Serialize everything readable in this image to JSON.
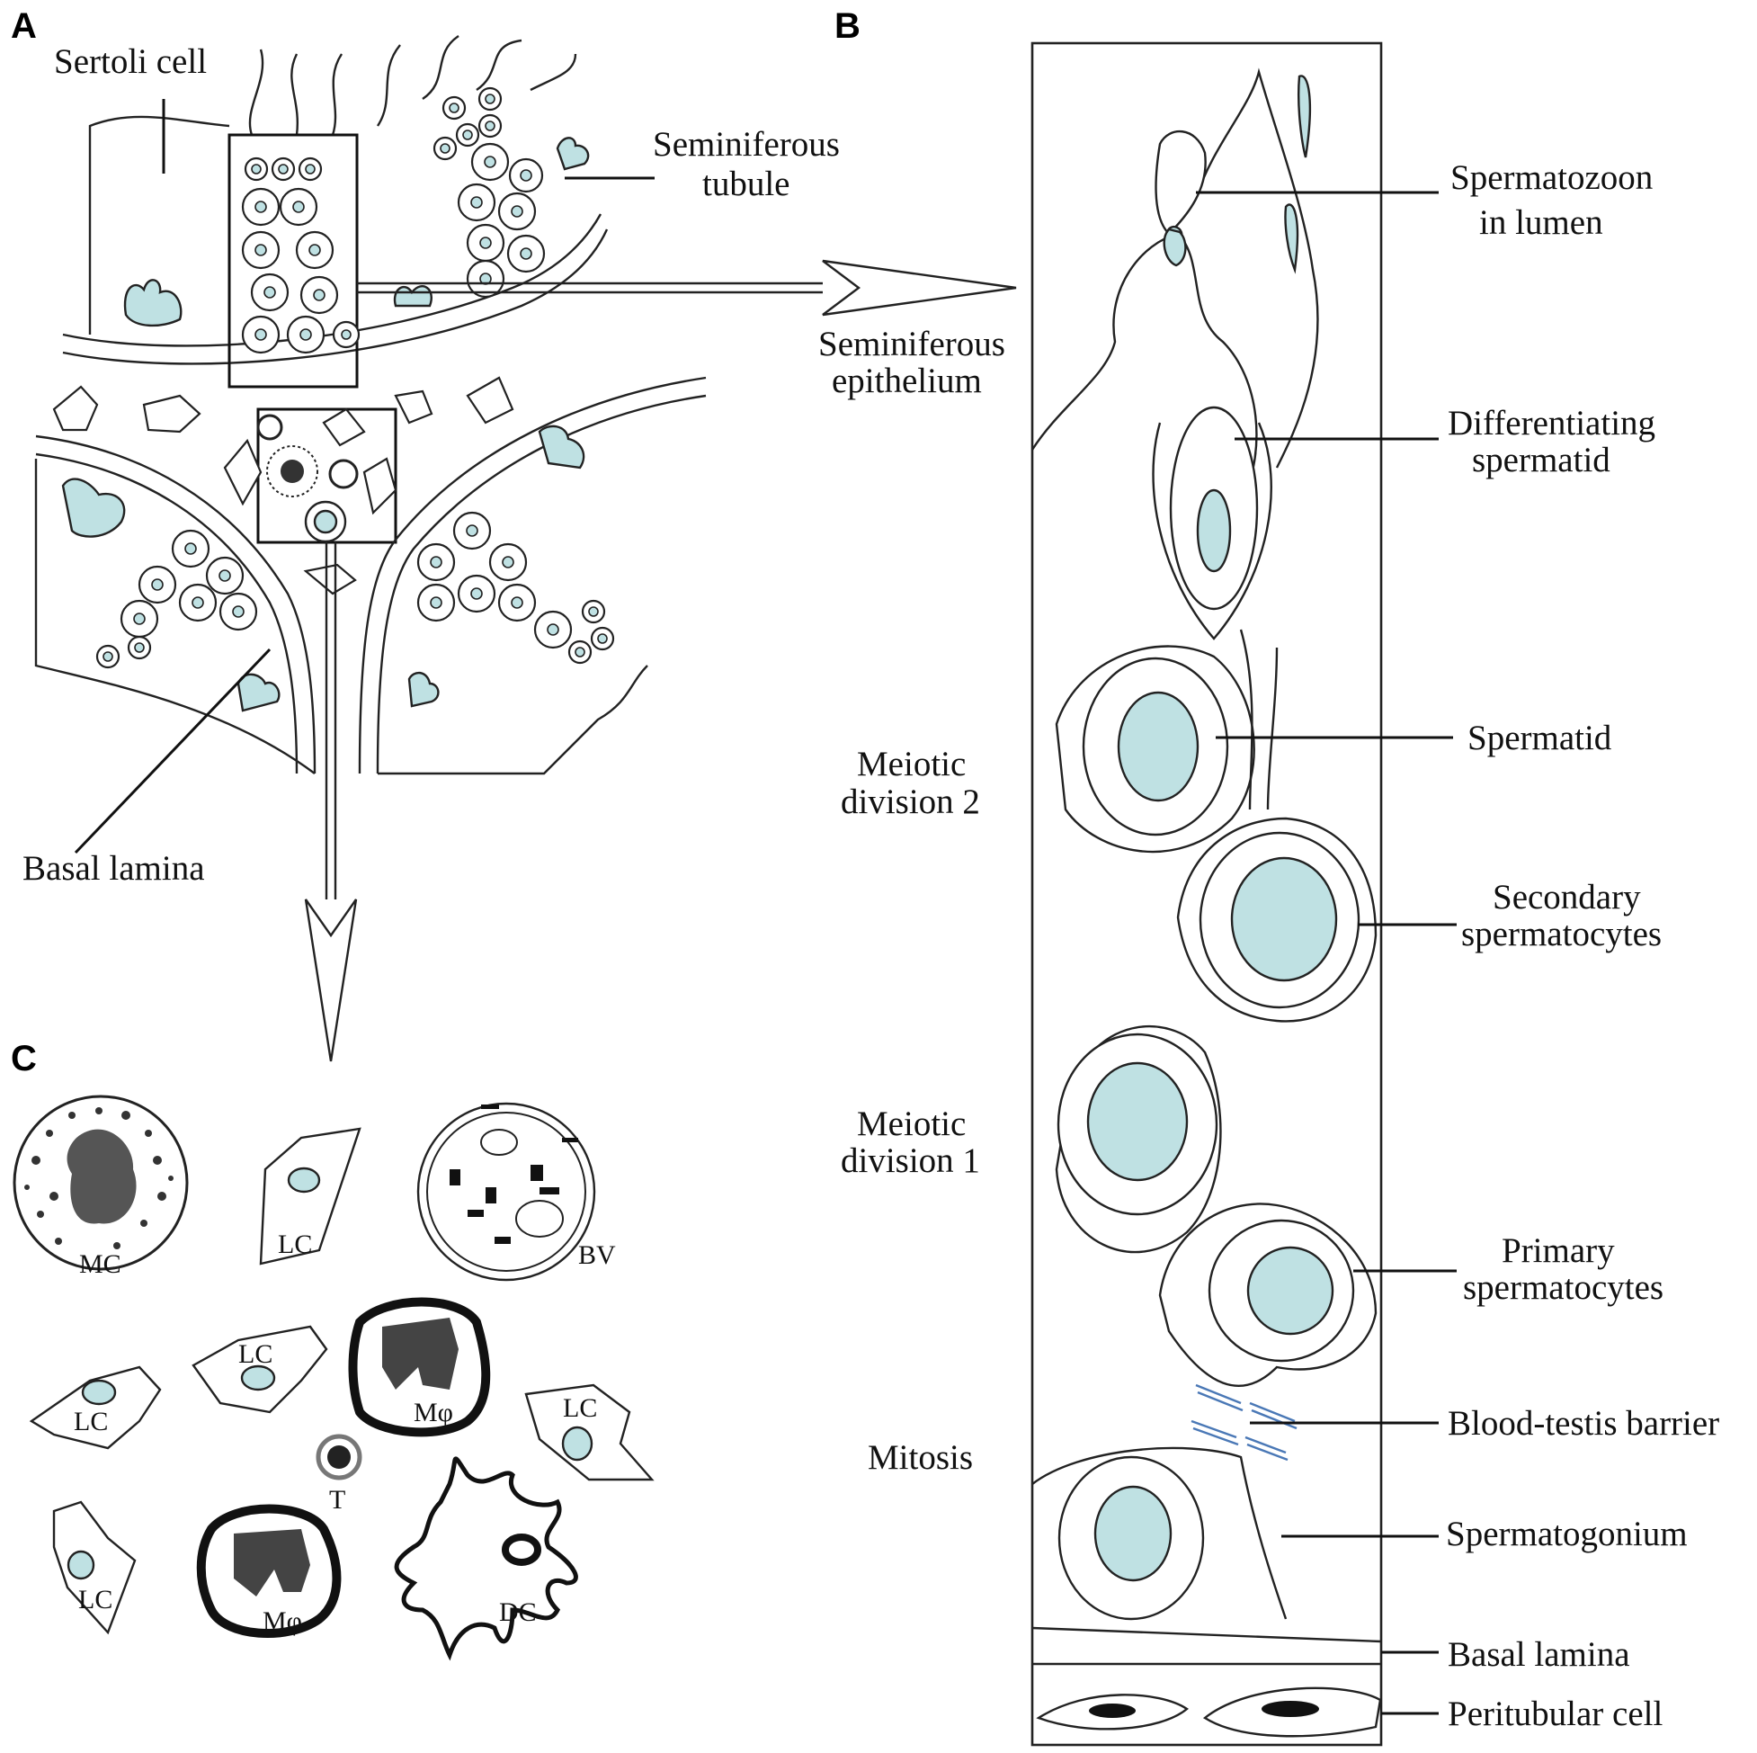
{
  "panels": {
    "a": "A",
    "b": "B",
    "c": "C"
  },
  "panel_a": {
    "sertoli": "Sertoli cell",
    "tubule_1": "Seminiferous",
    "tubule_2": "tubule",
    "basal": "Basal lamina",
    "epith_1": "Seminiferous",
    "epith_2": "epithelium"
  },
  "panel_b": {
    "spermatozoon_1": "Spermatozoon",
    "spermatozoon_2": "in lumen",
    "diff_1": "Differentiating",
    "diff_2": "spermatid",
    "spermatid": "Spermatid",
    "secondary_1": "Secondary",
    "secondary_2": "spermatocytes",
    "primary_1": "Primary",
    "primary_2": "spermatocytes",
    "btb": "Blood-testis barrier",
    "spermatogonium": "Spermatogonium",
    "basal": "Basal lamina",
    "peritubular": "Peritubular cell",
    "meiotic2_1": "Meiotic",
    "meiotic2_2": "division 2",
    "meiotic1_1": "Meiotic",
    "meiotic1_2": "division 1",
    "mitosis": "Mitosis"
  },
  "panel_c": {
    "mc": "MC",
    "lc": "LC",
    "bv": "BV",
    "mphi": "Mφ",
    "t": "T",
    "dc": "DC"
  },
  "colors": {
    "nucleus": "#bfe1e3",
    "outline": "#222222"
  }
}
